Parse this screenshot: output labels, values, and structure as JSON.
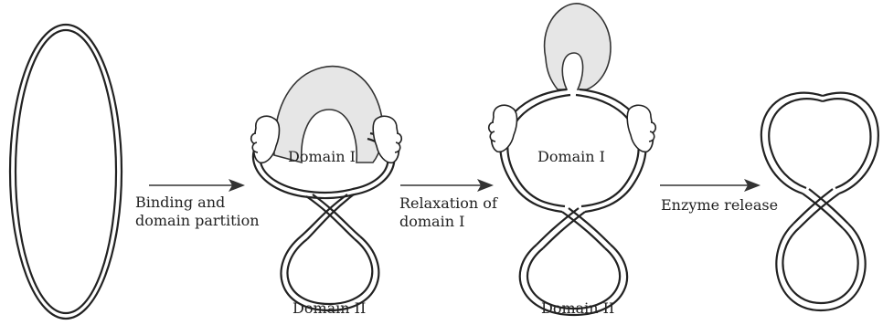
{
  "labels": {
    "arrow1_line1": "Binding and",
    "arrow1_line2": "domain partition",
    "arrow2_line1": "Relaxation of",
    "arrow2_line2": "domain I",
    "arrow3": "Enzyme release",
    "stage2_domain1": "Domain I",
    "stage2_domain2": "Domain II",
    "stage3_domain1": "Domain I",
    "stage3_domain2": "Domain II"
  }
}
